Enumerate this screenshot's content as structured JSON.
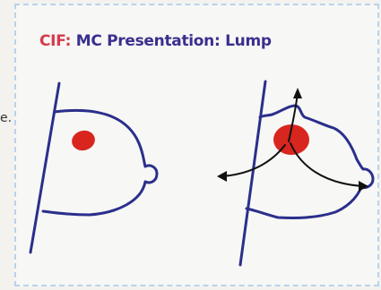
{
  "title": {
    "prefix": "CIF:",
    "text": "MC Presentation: Lump"
  },
  "edge_text": "e.",
  "colors": {
    "title_prefix": "#d43a4a",
    "title_text": "#3a2f8f",
    "outline": "#2a2f8c",
    "lump": "#d8261f",
    "arrow": "#111111",
    "border": "#b9d3ea"
  },
  "panels": [
    {
      "name": "breast-localized-lump",
      "lump": "small",
      "arrows": false
    },
    {
      "name": "breast-spreading-lump",
      "lump": "large",
      "arrows": true
    }
  ]
}
